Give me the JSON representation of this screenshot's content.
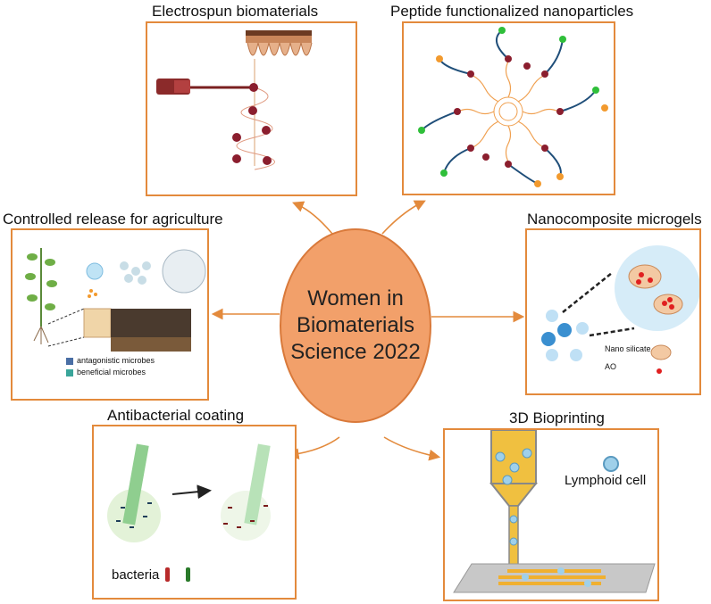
{
  "center": {
    "line1": "Women in",
    "line2": "Biomaterials",
    "line3": "Science 2022"
  },
  "panels": {
    "electrospun": {
      "title": "Electrospun biomaterials"
    },
    "peptide": {
      "title": "Peptide functionalized nanoparticles"
    },
    "agriculture": {
      "title": "Controlled release for agriculture",
      "legend1": "antagonistic microbes",
      "legend2": "beneficial microbes"
    },
    "microgels": {
      "title": "Nanocomposite microgels",
      "label1": "Nano silicate",
      "label2": "AO"
    },
    "antibacterial": {
      "title": "Antibacterial coating",
      "label": "bacteria"
    },
    "bioprinting": {
      "title": "3D Bioprinting",
      "label": "Lymphoid cell"
    }
  },
  "colors": {
    "accent": "#e38a3c",
    "center_fill": "#f2a06a"
  }
}
